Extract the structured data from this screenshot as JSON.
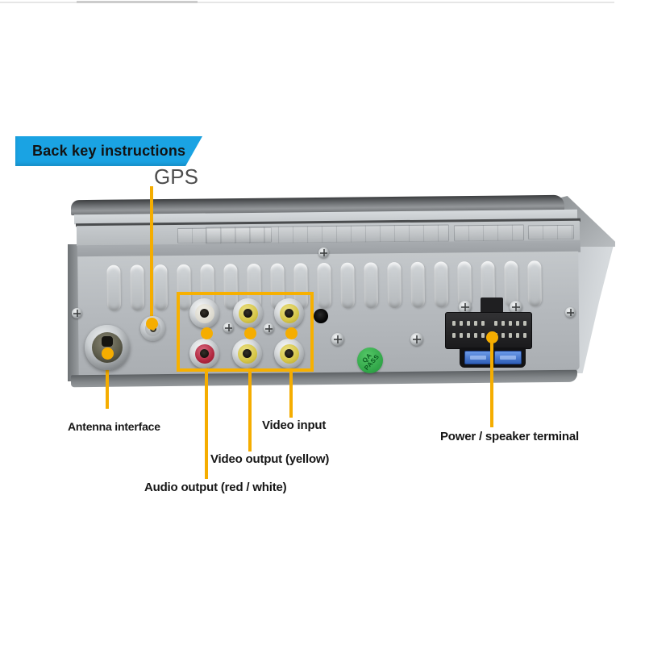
{
  "banner": {
    "label": "Back key instructions"
  },
  "gps_label": "GPS",
  "callouts": {
    "antenna": "Antenna interface",
    "video_input": "Video input",
    "video_output": "Video output (yellow)",
    "audio_output": "Audio output (red / white)",
    "power": "Power / speaker terminal"
  },
  "qa_sticker": {
    "line1": "QA",
    "line2": "PASS"
  },
  "colors": {
    "accent_orange": "#f5ad00",
    "banner_blue": "#1aa3e3",
    "qa_green": "#2fa447",
    "fuse_blue": "#3f6fc8",
    "rca_yellow": "#d6c648",
    "rca_red": "#b1273f",
    "rca_white": "#e9e6dc"
  },
  "device": {
    "vent_count": 19,
    "rca_jacks": [
      "white",
      "yellow",
      "yellow",
      "red",
      "yellow",
      "yellow"
    ],
    "power_terminal": {
      "pin_rows": 2,
      "pins_per_row": 10,
      "fuse_count": 2
    }
  }
}
